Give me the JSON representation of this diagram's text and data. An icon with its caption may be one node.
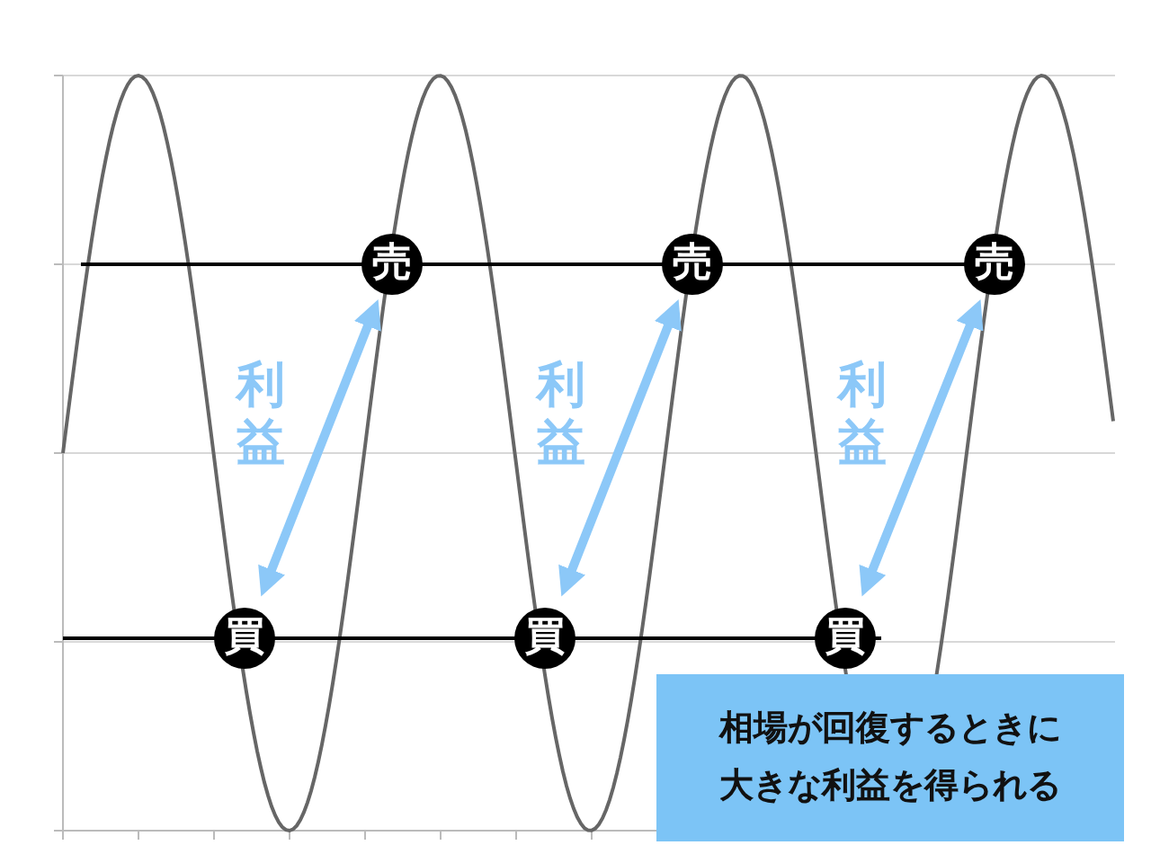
{
  "diagram": {
    "nodes": [
      {
        "text": [
          "売"
        ]
      },
      {
        "text": [
          "売"
        ]
      },
      {
        "text": [
          "売"
        ]
      },
      {
        "text": [
          "買"
        ]
      },
      {
        "text": [
          "買"
        ]
      },
      {
        "text": [
          "買"
        ]
      },
      {
        "text": [
          "相場が回復するときに大きな利益を得られる"
        ]
      }
    ],
    "edges": [
      {
        "from": 3,
        "to": 0,
        "arrow": "both",
        "label": "利益"
      },
      {
        "from": 4,
        "to": 1,
        "arrow": "both",
        "label": "利益"
      },
      {
        "from": 5,
        "to": 2,
        "arrow": "both",
        "label": "利益"
      }
    ]
  }
}
